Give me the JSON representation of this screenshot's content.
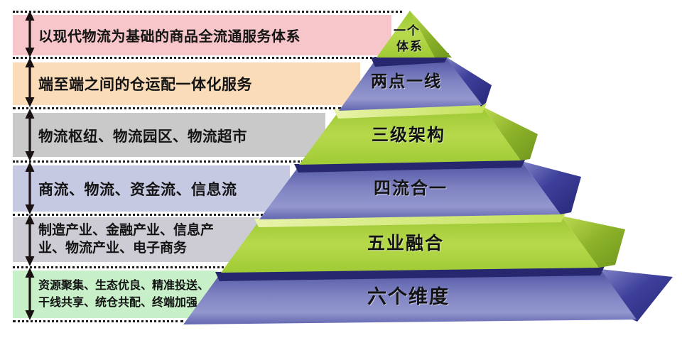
{
  "diagram": {
    "type": "pyramid",
    "rows": [
      {
        "lines": [
          "以现代物流为基础的商品全流通服务体系"
        ],
        "bg": "#f7c6ca"
      },
      {
        "lines": [
          "端至端之间的仓运配一体化服务"
        ],
        "bg": "#fbdcb8"
      },
      {
        "lines": [
          "物流枢纽、物流园区、物流超市"
        ],
        "bg": "#c9c9c9"
      },
      {
        "lines": [
          "商流、物流、资金流、信息流"
        ],
        "bg": "#c6c9e2"
      },
      {
        "lines": [
          "制造产业、金融产业、信息产",
          "业、物流产业、电子商务"
        ],
        "bg": "#cdccd5"
      },
      {
        "lines": [
          "资源聚集、生态优良、精准投送、",
          "干线共享、统仓共配、终端加强"
        ],
        "bg": "#c7efc8"
      }
    ],
    "pyramid": {
      "tiers": [
        {
          "label": "一个体系",
          "lines": [
            "一个",
            "体系"
          ],
          "scheme": "green"
        },
        {
          "label": "两点一线",
          "scheme": "navy"
        },
        {
          "label": "三级架构",
          "scheme": "green"
        },
        {
          "label": "四流合一",
          "scheme": "navy"
        },
        {
          "label": "五业融合",
          "scheme": "green"
        },
        {
          "label": "六个维度",
          "scheme": "navy"
        }
      ]
    },
    "palette": {
      "green_front": "#b2d747",
      "green_side": "#8db32a",
      "green_bevel": "#d8ec8d",
      "navy_front": "#7d81c0",
      "navy_side": "#3e4099",
      "navy_bevel": "#26276f",
      "text": "#141414",
      "arrow": "#1a1212"
    }
  }
}
